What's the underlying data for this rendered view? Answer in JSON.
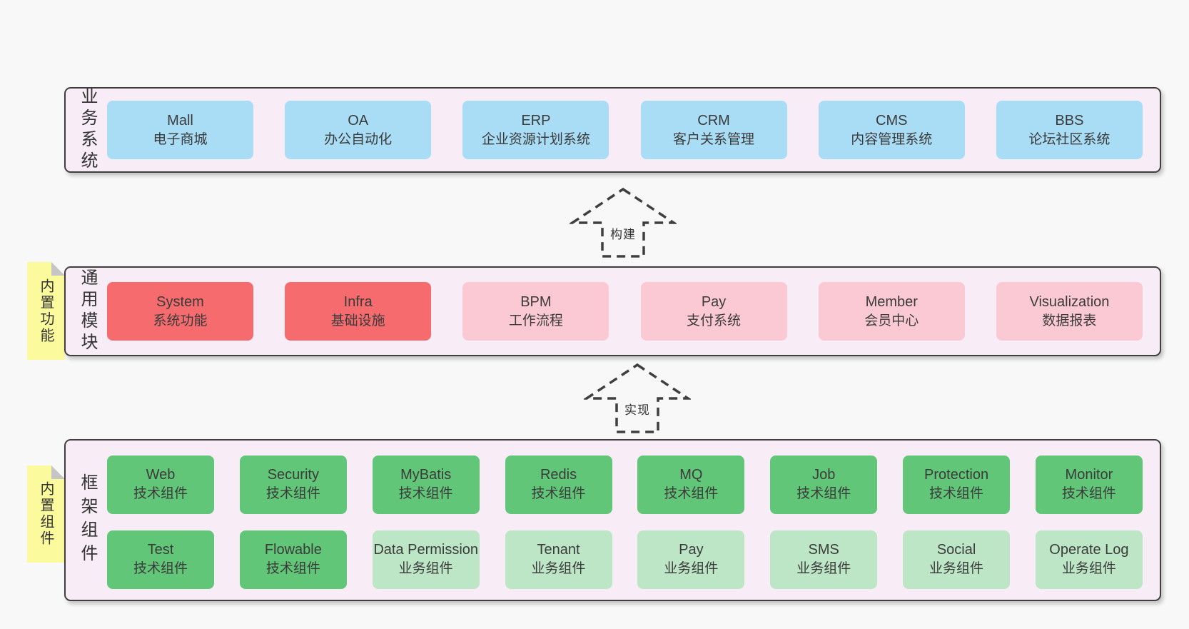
{
  "colors": {
    "page_bg": "#f8f8f8",
    "section_bg": "#f8edf6",
    "section_border": "#3f3f3f",
    "note_bg": "#fbfa9c",
    "note_fold": "#c5c5c5",
    "text": "#3b3b3b",
    "box_blue": "#a9dcf5",
    "box_red": "#f56b6e",
    "box_pink": "#fbc9d4",
    "box_green": "#62c678",
    "box_green_light": "#bde6c6"
  },
  "arrows": [
    {
      "label": "构建"
    },
    {
      "label": "实现"
    }
  ],
  "sections": [
    {
      "id": "business-systems",
      "label": "业务系统",
      "boxes": [
        {
          "en": "Mall",
          "cn": "电子商城",
          "variant": "blue"
        },
        {
          "en": "OA",
          "cn": "办公自动化",
          "variant": "blue"
        },
        {
          "en": "ERP",
          "cn": "企业资源计划系统",
          "variant": "blue"
        },
        {
          "en": "CRM",
          "cn": "客户关系管理",
          "variant": "blue"
        },
        {
          "en": "CMS",
          "cn": "内容管理系统",
          "variant": "blue"
        },
        {
          "en": "BBS",
          "cn": "论坛社区系统",
          "variant": "blue"
        }
      ]
    },
    {
      "id": "common-modules",
      "label": "通用模块",
      "note": "内置功能",
      "boxes": [
        {
          "en": "System",
          "cn": "系统功能",
          "variant": "red"
        },
        {
          "en": "Infra",
          "cn": "基础设施",
          "variant": "red"
        },
        {
          "en": "BPM",
          "cn": "工作流程",
          "variant": "pink"
        },
        {
          "en": "Pay",
          "cn": "支付系统",
          "variant": "pink"
        },
        {
          "en": "Member",
          "cn": "会员中心",
          "variant": "pink"
        },
        {
          "en": "Visualization",
          "cn": "数据报表",
          "variant": "pink"
        }
      ]
    },
    {
      "id": "framework-components",
      "label": "框架组件",
      "note": "内置组件",
      "rows": [
        [
          {
            "en": "Web",
            "cn": "技术组件",
            "variant": "green"
          },
          {
            "en": "Security",
            "cn": "技术组件",
            "variant": "green"
          },
          {
            "en": "MyBatis",
            "cn": "技术组件",
            "variant": "green"
          },
          {
            "en": "Redis",
            "cn": "技术组件",
            "variant": "green"
          },
          {
            "en": "MQ",
            "cn": "技术组件",
            "variant": "green"
          },
          {
            "en": "Job",
            "cn": "技术组件",
            "variant": "green"
          },
          {
            "en": "Protection",
            "cn": "技术组件",
            "variant": "green"
          },
          {
            "en": "Monitor",
            "cn": "技术组件",
            "variant": "green"
          }
        ],
        [
          {
            "en": "Test",
            "cn": "技术组件",
            "variant": "green"
          },
          {
            "en": "Flowable",
            "cn": "技术组件",
            "variant": "green"
          },
          {
            "en": "Data Permission",
            "cn": "业务组件",
            "variant": "lightgreen"
          },
          {
            "en": "Tenant",
            "cn": "业务组件",
            "variant": "lightgreen"
          },
          {
            "en": "Pay",
            "cn": "业务组件",
            "variant": "lightgreen"
          },
          {
            "en": "SMS",
            "cn": "业务组件",
            "variant": "lightgreen"
          },
          {
            "en": "Social",
            "cn": "业务组件",
            "variant": "lightgreen"
          },
          {
            "en": "Operate Log",
            "cn": "业务组件",
            "variant": "lightgreen"
          }
        ]
      ]
    }
  ]
}
